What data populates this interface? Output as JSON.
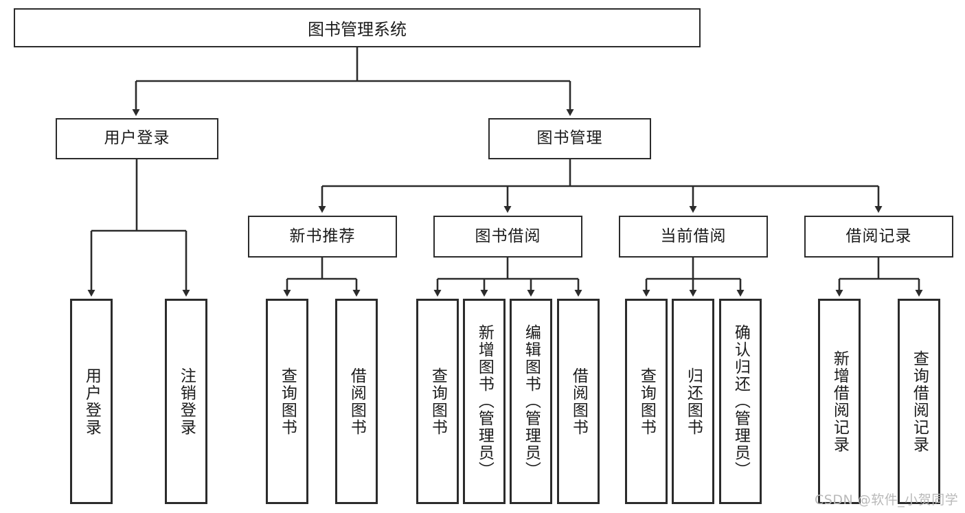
{
  "diagram": {
    "type": "tree-hierarchy-flowchart",
    "root": {
      "label": "图书管理系统"
    },
    "level2": [
      {
        "label": "用户登录"
      },
      {
        "label": "图书管理"
      }
    ],
    "level3": [
      {
        "label": "新书推荐"
      },
      {
        "label": "图书借阅"
      },
      {
        "label": "当前借阅"
      },
      {
        "label": "借阅记录"
      }
    ],
    "leaves": {
      "user_login": [
        {
          "label": "用户登录"
        },
        {
          "label": "注销登录"
        }
      ],
      "new_book_recommend": [
        {
          "label": "查询图书"
        },
        {
          "label": "借阅图书"
        }
      ],
      "book_borrow": [
        {
          "label": "查询图书"
        },
        {
          "label": "新增图书（管理员）"
        },
        {
          "label": "编辑图书（管理员）"
        },
        {
          "label": "借阅图书"
        }
      ],
      "current_borrow": [
        {
          "label": "查询图书"
        },
        {
          "label": "归还图书"
        },
        {
          "label": "确认归还（管理员）"
        }
      ],
      "borrow_record": [
        {
          "label": "新增借阅记录"
        },
        {
          "label": "查询借阅记录"
        }
      ]
    }
  },
  "watermark": {
    "text": "CSDN @软件_小贺同学"
  },
  "colors": {
    "stroke": "#2b2b2b",
    "fill": "#ffffff",
    "text": "#1b1b1b",
    "watermark": "#b9b9b9"
  }
}
